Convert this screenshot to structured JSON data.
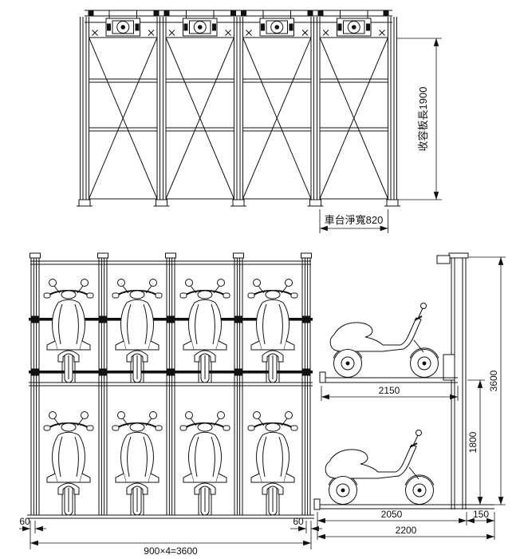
{
  "colors": {
    "line": "#111111",
    "background": "#ffffff"
  },
  "drawing": {
    "plan": {
      "board_length": "收容板長1900",
      "platform_width": "車台淨寬820"
    },
    "front": {
      "offset_left": "60",
      "offset_right": "60",
      "overall_width": "900×4=3600"
    },
    "side": {
      "upper_platform_length": "2150",
      "lower_clearance_height": "1800",
      "overall_height": "3600",
      "lower_platform_length": "2050",
      "rear_extension": "150",
      "overall_depth": "2200"
    }
  }
}
